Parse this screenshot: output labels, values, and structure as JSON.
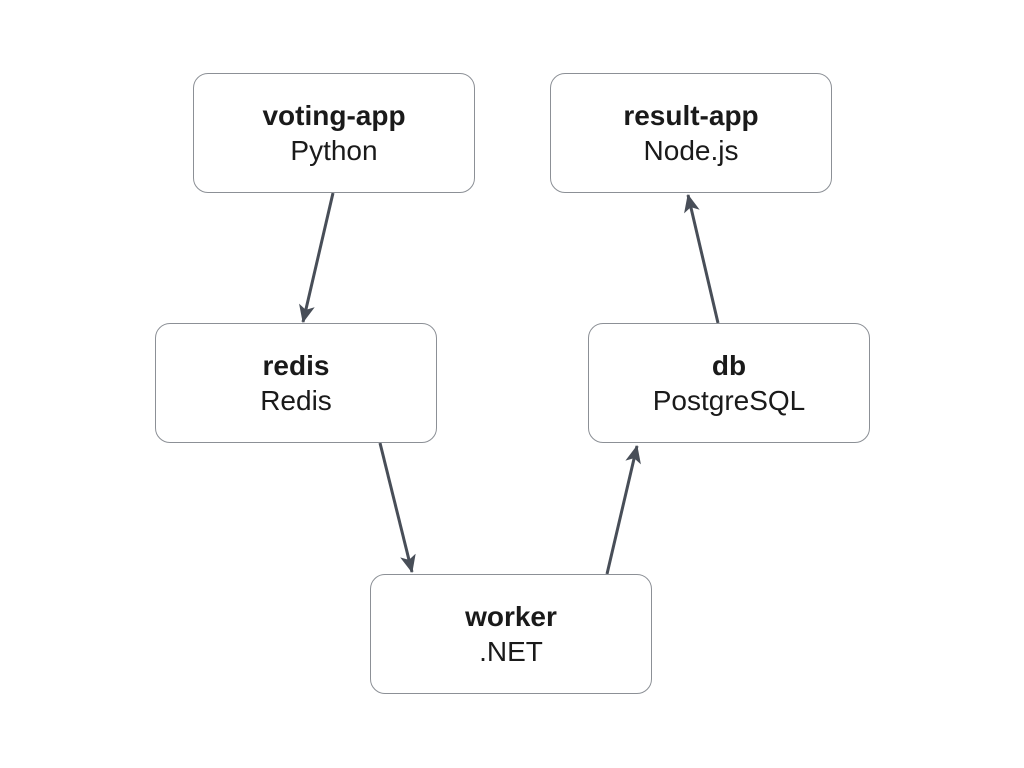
{
  "diagram": {
    "background_color": "#ffffff",
    "node_fill_color": "#ffffff",
    "node_border_color": "#8c9096",
    "text_color": "#1a1a1a",
    "arrow_color": "#484e58"
  },
  "nodes": [
    {
      "id": "voting-app",
      "name": "voting-app",
      "tech": "Python"
    },
    {
      "id": "result-app",
      "name": "result-app",
      "tech": "Node.js"
    },
    {
      "id": "redis",
      "name": "redis",
      "tech": "Redis"
    },
    {
      "id": "db",
      "name": "db",
      "tech": "PostgreSQL"
    },
    {
      "id": "worker",
      "name": "worker",
      "tech": ".NET"
    }
  ],
  "edges": [
    {
      "from": "voting-app",
      "to": "redis"
    },
    {
      "from": "redis",
      "to": "worker"
    },
    {
      "from": "worker",
      "to": "db"
    },
    {
      "from": "db",
      "to": "result-app"
    }
  ]
}
